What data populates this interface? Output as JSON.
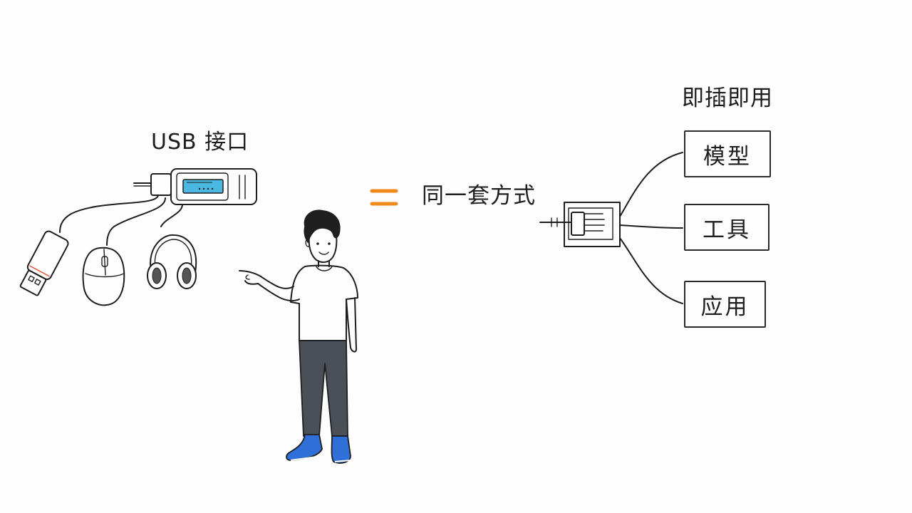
{
  "labels": {
    "usb_interface": "USB 接口",
    "same_method": "同一套方式",
    "plug_and_play": "即插即用"
  },
  "targets": [
    {
      "label": "模型"
    },
    {
      "label": "工具"
    },
    {
      "label": "应用"
    }
  ],
  "colors": {
    "ink": "#1e1e1e",
    "accent_orange": "#f08a1c",
    "screen_blue": "#4ab8e0",
    "shoe_blue": "#2f6fd8",
    "pants_gray": "#4b5058"
  }
}
